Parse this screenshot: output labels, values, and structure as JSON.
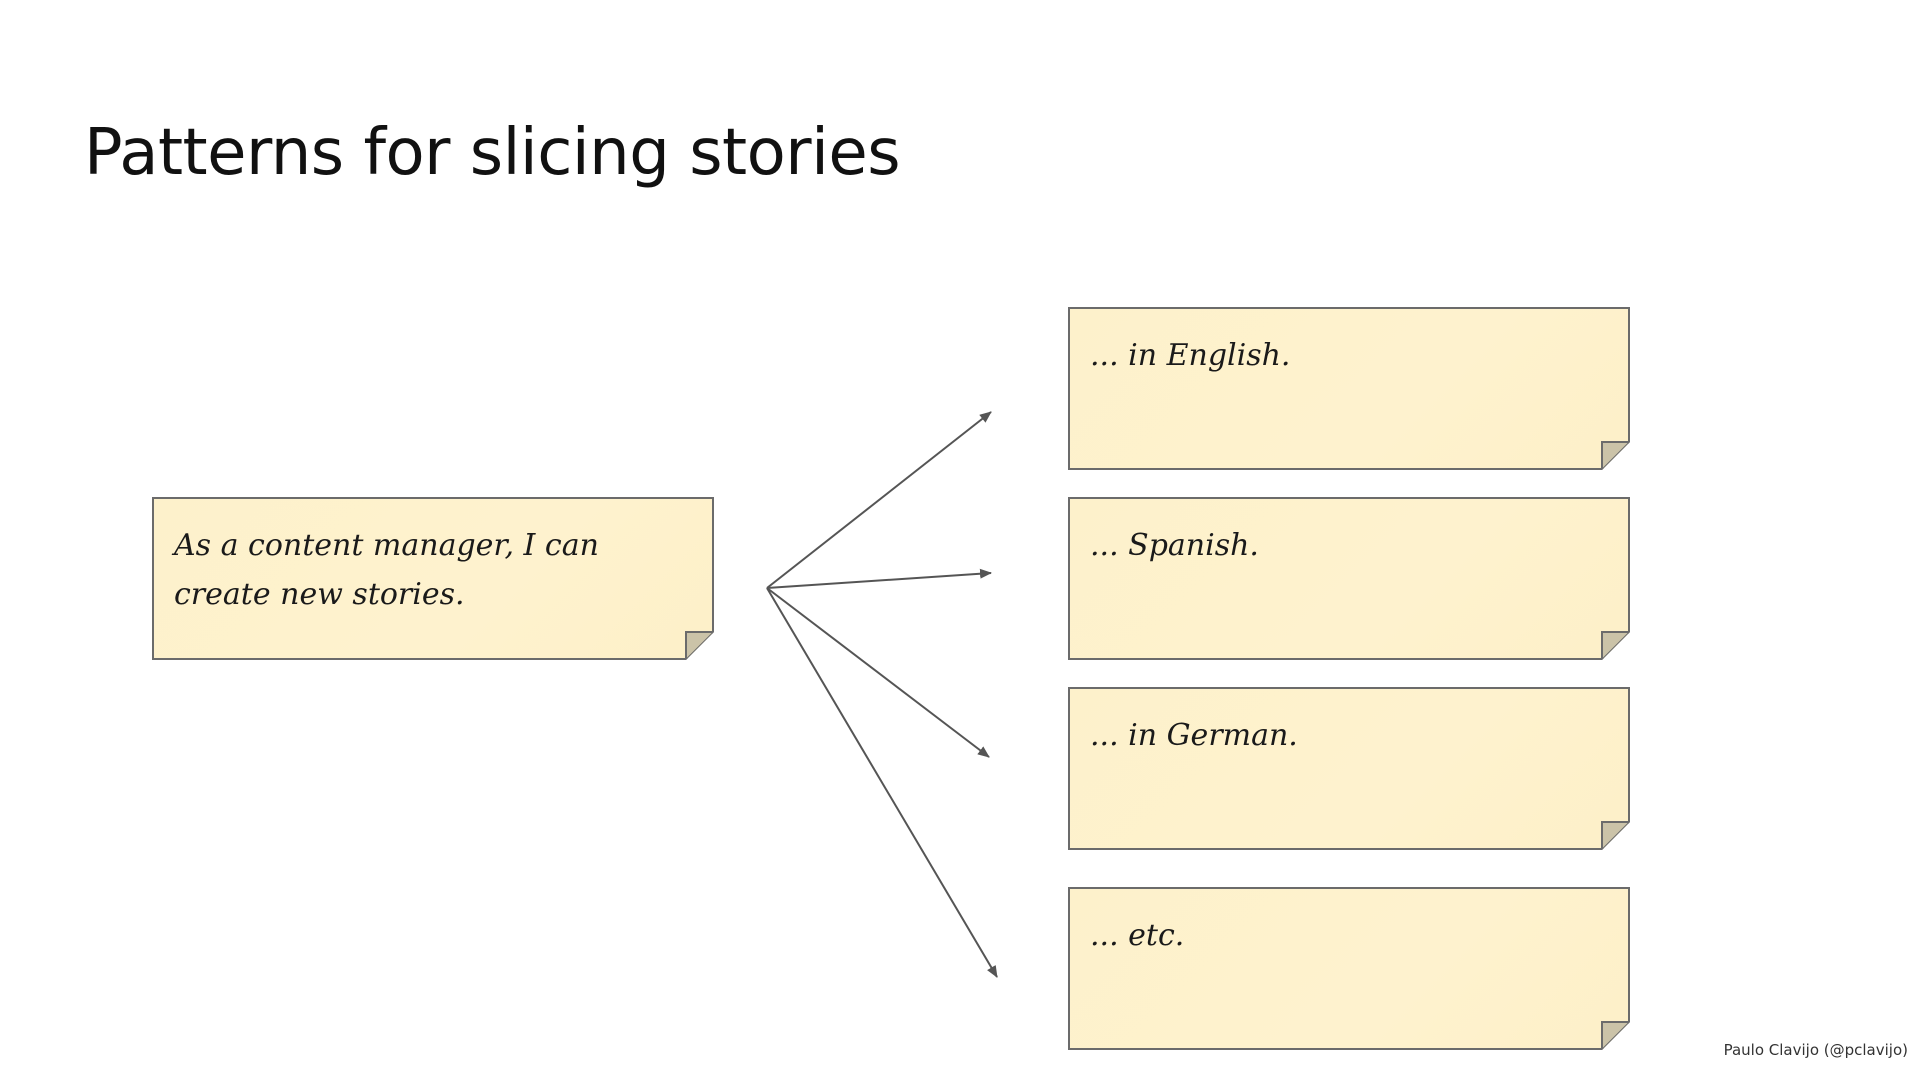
{
  "slide": {
    "title": "Patterns for slicing stories",
    "credit": "Paulo Clavijo (@pclavijo)"
  },
  "source_note": {
    "text": "As a content manager, I can create new stories."
  },
  "target_notes": [
    {
      "text": "... in English."
    },
    {
      "text": "... Spanish."
    },
    {
      "text": "... in German."
    },
    {
      "text": "... etc."
    }
  ],
  "colors": {
    "note_fill": "#fdf1cb",
    "note_border": "#6b6b6b",
    "fold": "#cbc3a8",
    "arrow": "#555555"
  }
}
